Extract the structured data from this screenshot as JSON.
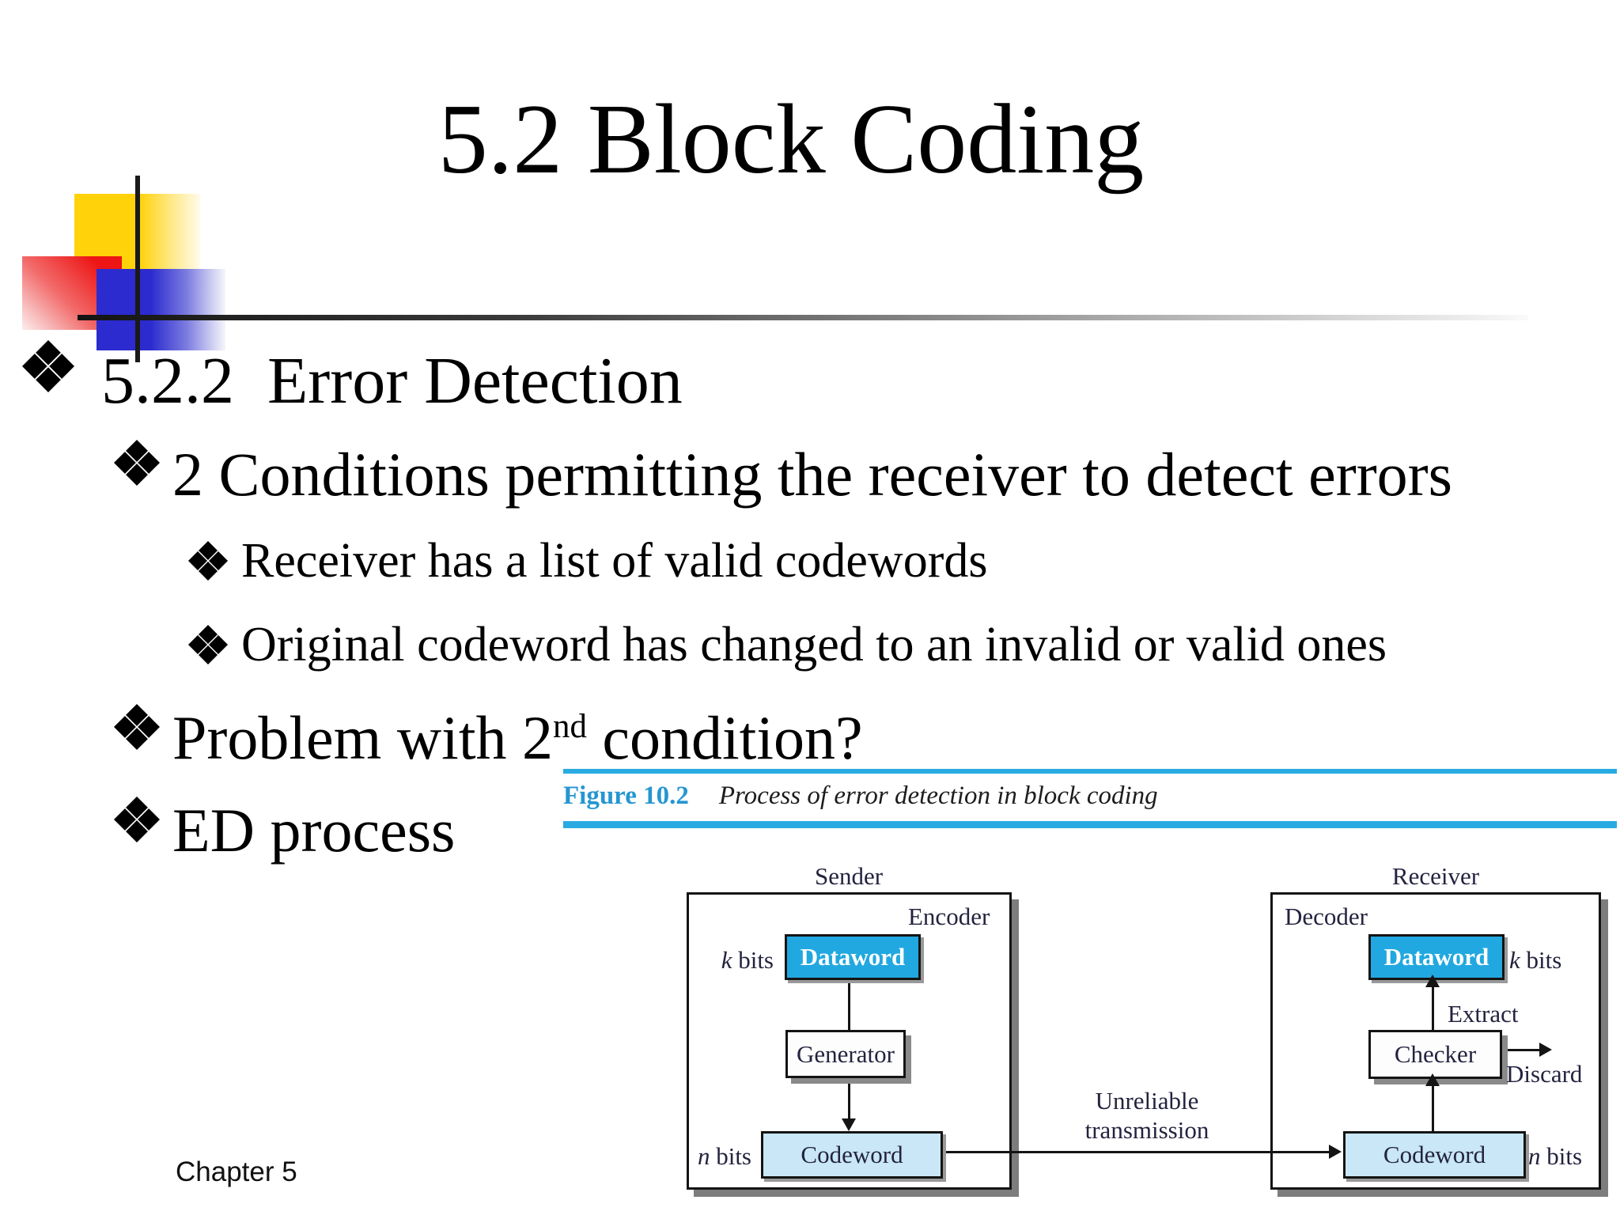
{
  "title": "5.2 Block Coding",
  "footer": "Chapter 5",
  "colors": {
    "bullet_cyan": "#29ABE2",
    "bullet_red": "#EC1111",
    "bullet_purple": "#8A2BE2",
    "figure_accent": "#29ABE2",
    "figure_tag_text": "#2596D1",
    "dataword_fill": "#21A8E0",
    "codeword_fill": "#C9E7F6",
    "diagram_ink": "#23233F"
  },
  "bullets": {
    "l1": "5.2.2  Error Detection",
    "l2": "2 Conditions permitting the receiver to detect errors",
    "l3": "Receiver has a list of valid codewords",
    "l4": "Original codeword has changed to an invalid or valid ones",
    "l5_prefix": "Problem with 2",
    "l5_sup": "nd",
    "l5_suffix": " condition?",
    "l6": "ED process"
  },
  "figure": {
    "tag": "Figure 10.2",
    "caption": "Process of error detection in block coding"
  },
  "diagram": {
    "sender": {
      "title": "Sender",
      "role": "Encoder",
      "dataword": "Dataword",
      "generator": "Generator",
      "codeword": "Codeword",
      "k_var": "k",
      "k_word": " bits",
      "n_var": "n",
      "n_word": " bits"
    },
    "receiver": {
      "title": "Receiver",
      "role": "Decoder",
      "dataword": "Dataword",
      "checker": "Checker",
      "codeword": "Codeword",
      "extract": "Extract",
      "discard": "Discard",
      "k_var": "k",
      "k_word": " bits",
      "n_var": "n",
      "n_word": " bits"
    },
    "channel": {
      "line1": "Unreliable",
      "line2": "transmission"
    }
  }
}
